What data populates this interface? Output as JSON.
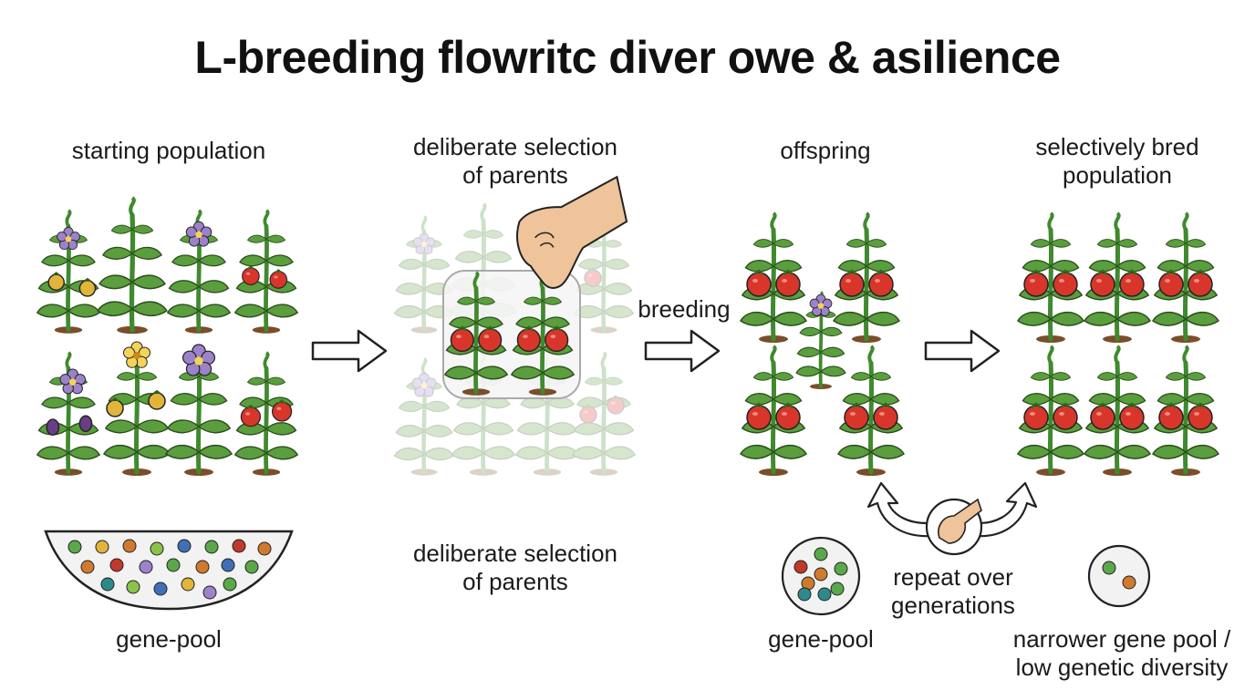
{
  "title": "L-breeding flowritc diver owe & asilience",
  "labels": {
    "starting_population": "starting population",
    "selection_line1": "deliberate selection",
    "selection_line2": "of parents",
    "offspring": "offspring",
    "selective_line1": "selectively bred",
    "selective_line2": "population",
    "breeding": "breeding",
    "gene_pool_left": "gene-pool",
    "selection_bottom_line1": "deliberate selection",
    "selection_bottom_line2": "of parents",
    "gene_pool_right": "gene-pool",
    "repeat_line1": "repeat over",
    "repeat_line2": "generations",
    "narrow_line1": "narrower gene pool /",
    "narrow_line2": "low genetic diversity"
  },
  "colors": {
    "stem": "#3f8a2e",
    "leaf": "#5a9e3d",
    "leaf_dark": "#2d6b22",
    "tomato_red": "#d8362b",
    "tomato_yellow": "#e0b53a",
    "flower_purple": "#9c82c9",
    "soil": "#7a4e2a",
    "outline": "#222222"
  },
  "icons": [
    "hand-icon",
    "arrow-right-icon",
    "cycle-arrow-icon",
    "gene-pool-bowl-icon"
  ]
}
